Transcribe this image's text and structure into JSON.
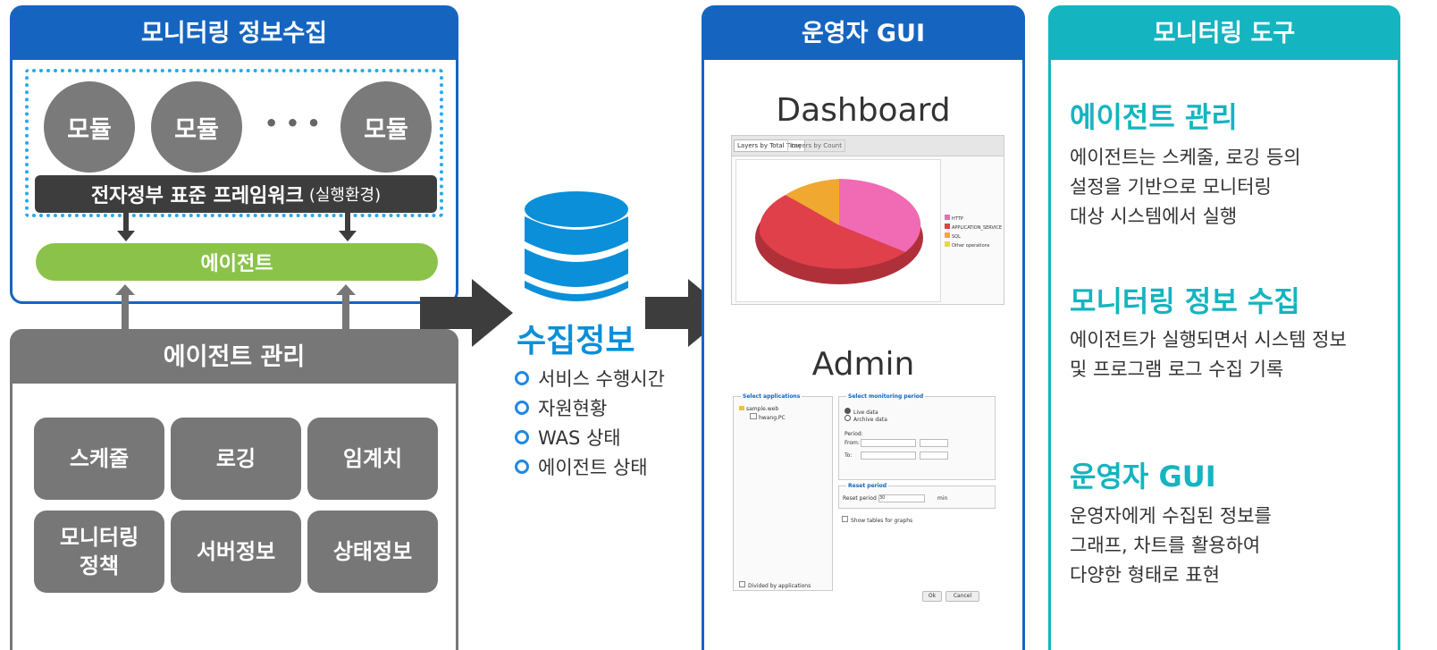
{
  "colors": {
    "blue": "#1565c0",
    "teal": "#14b4c0",
    "grey": "#777777",
    "lime": "#8bc34a",
    "dark": "#333333"
  },
  "collect_panel": {
    "title": "모니터링 정보수집",
    "modules": [
      "모듈",
      "모듈",
      "모듈"
    ],
    "ellipsis": "• • •",
    "framework_bold": "전자정부 표준 프레임워크",
    "framework_paren": "(실행환경)",
    "agent": "에이전트"
  },
  "agent_mgmt": {
    "title": "에이전트 관리",
    "tiles": [
      "스케줄",
      "로깅",
      "임계치",
      "모니터링\n정책",
      "서버정보",
      "상태정보"
    ]
  },
  "db": {
    "icon": "database-icon",
    "label": "수집정보",
    "items": [
      "서비스 수행시간",
      "자원현황",
      "WAS 상태",
      "에이전트 상태"
    ]
  },
  "gui_panel": {
    "title": "운영자 GUI",
    "dashboard_label": "Dashboard",
    "dashboard_tabs": [
      "Layers by Total Time",
      "Layers by Count"
    ],
    "legend": [
      {
        "label": "HTTP",
        "color": "#f06ab4"
      },
      {
        "label": "APPLICATION_SERVICE",
        "color": "#e0404a"
      },
      {
        "label": "SQL",
        "color": "#f0a830"
      },
      {
        "label": "Other operations",
        "color": "#e8d840"
      }
    ],
    "admin_label": "Admin",
    "admin": {
      "select_apps": "Select applications",
      "apps": [
        "sample.web",
        "hwang.PC"
      ],
      "monitoring_period": "Select monitoring period",
      "live": "Live data",
      "archive": "Archive data",
      "period": "Period:",
      "from": "From:",
      "to": "To:",
      "reset_period": "Reset period",
      "reset_label": "Reset period",
      "reset_value": "30",
      "reset_unit": "min",
      "show_tables": "Show tables for graphs",
      "divided": "Divided by applications",
      "ok": "Ok",
      "cancel": "Cancel"
    }
  },
  "tools_panel": {
    "title": "모니터링 도구",
    "sections": [
      {
        "title": "에이전트 관리",
        "body": "에이전트는 스케줄, 로깅 등의\n설정을 기반으로 모니터링\n대상 시스템에서 실행"
      },
      {
        "title": "모니터링 정보 수집",
        "body": "에이전트가 실행되면서 시스템 정보\n및 프로그램 로그 수집 기록"
      },
      {
        "title": "운영자 GUI",
        "body": "운영자에게 수집된 정보를\n그래프, 차트를 활용하여\n다양한 형태로 표현"
      }
    ]
  }
}
